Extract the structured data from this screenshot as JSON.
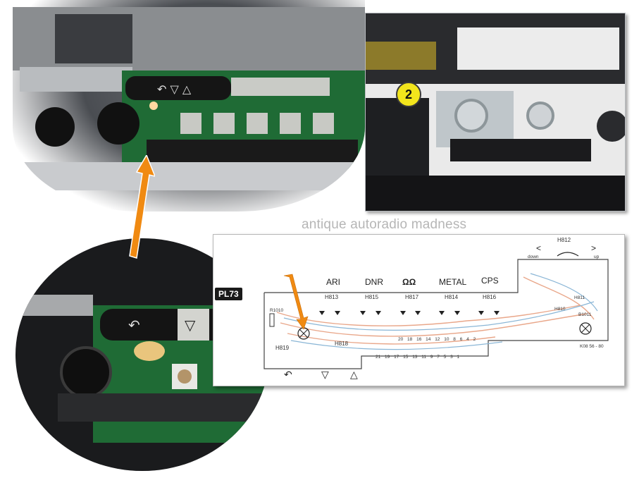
{
  "watermark": "antique autoradio madness",
  "badge": "2",
  "schematic": {
    "plate_label": "PL73",
    "mode_labels": [
      "ARI",
      "DNR",
      "ΩΩ",
      "METAL",
      "CPS"
    ],
    "switch_labels": [
      "H813",
      "H815",
      "H817",
      "H814",
      "H816"
    ],
    "top_switch": "H812",
    "top_switch_left": "down",
    "top_switch_right": "up",
    "lamp_left": "R1010",
    "lamp_right": "B1011",
    "left_switch": "H819",
    "bottom_switch": "H818",
    "right_switches": [
      "H811",
      "H810"
    ],
    "doc_code": "K08 56 - 80",
    "pin_row_top": [
      "20",
      "18",
      "16",
      "14",
      "12",
      "10",
      "8",
      "6",
      "4",
      "2"
    ],
    "pin_row_bottom": [
      "21",
      "19",
      "17",
      "15",
      "13",
      "11",
      "9",
      "7",
      "5",
      "3",
      "1"
    ],
    "bottom_symbols": [
      "↶",
      "▽",
      "△"
    ],
    "arrow_symbols": [
      "<",
      ">"
    ]
  },
  "colors": {
    "arrow": "#f08a12",
    "pcb_green": "#1f6b35",
    "trace_orange": "#e9a78a",
    "trace_blue": "#8ab6d6",
    "badge_yellow": "#f2e51c"
  }
}
